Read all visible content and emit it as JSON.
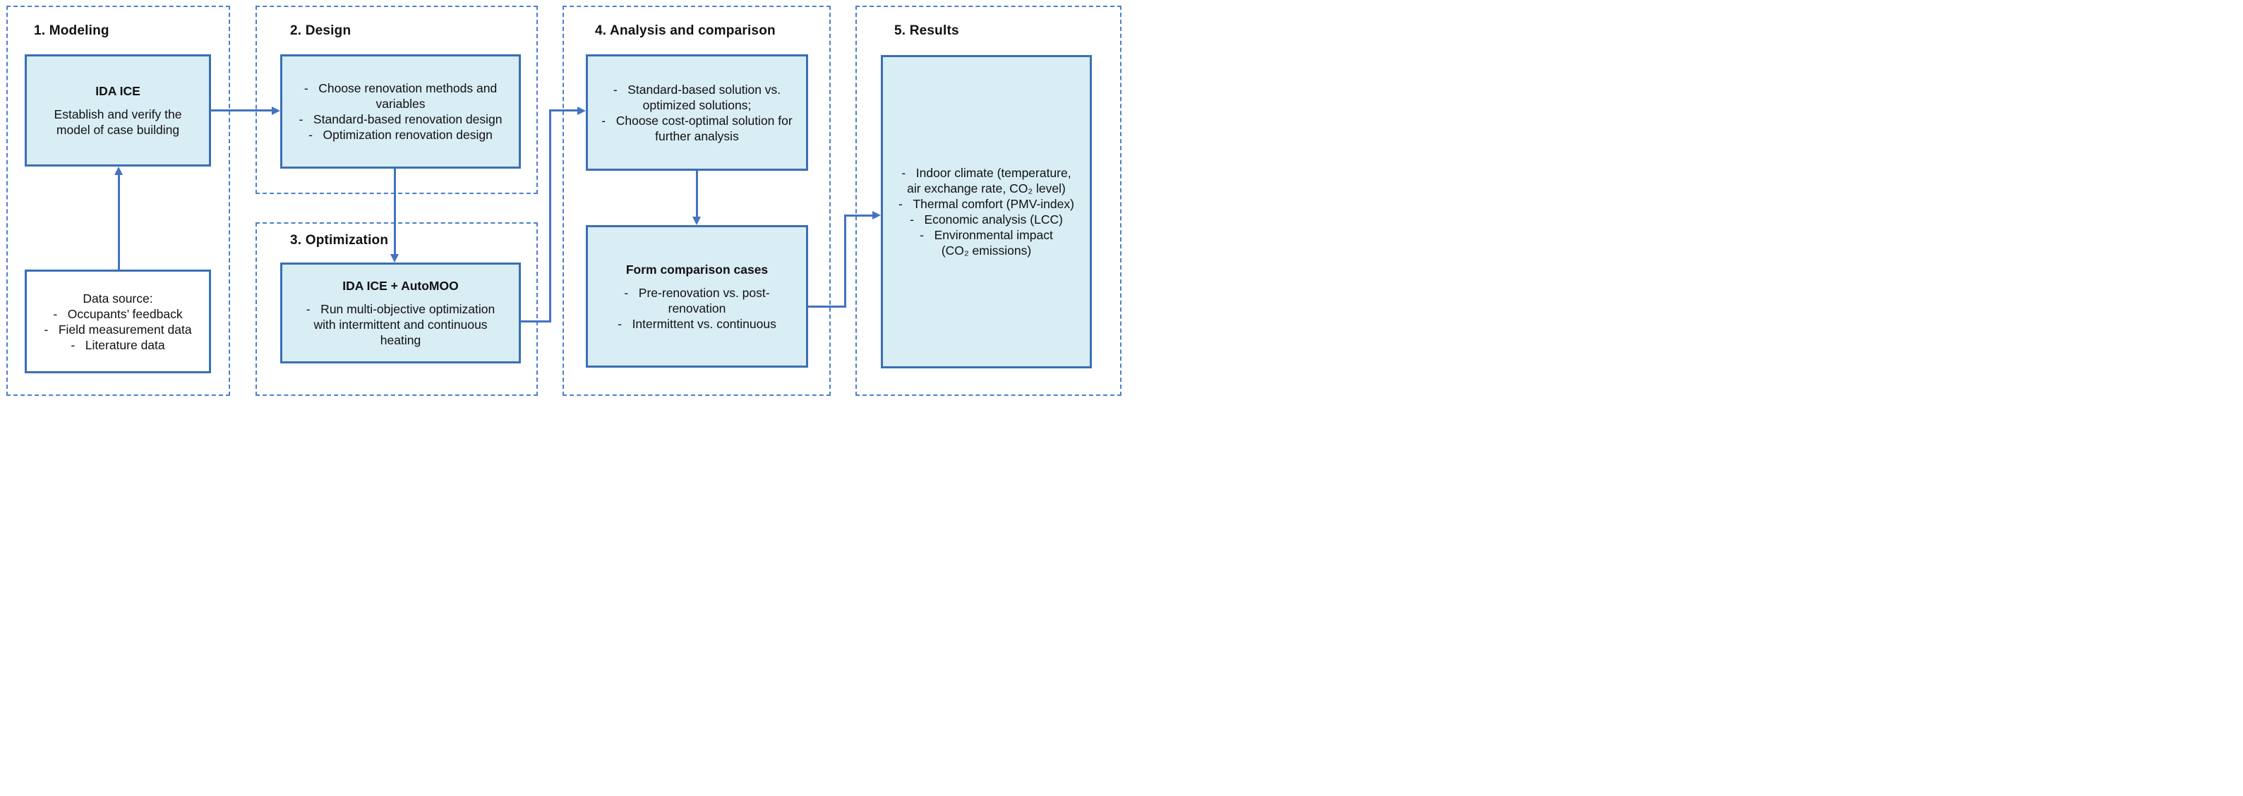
{
  "stage1": {
    "title": "1. Modeling",
    "ida_box": {
      "heading": "IDA ICE",
      "line1": "Establish and verify the",
      "line2": "model of case building"
    },
    "data_box": {
      "line1": "Data source:",
      "line2": "-   Occupants’ feedback",
      "line3": "-   Field measurement data",
      "line4": "-   Literature data"
    }
  },
  "stage2": {
    "title": "2. Design",
    "box": {
      "line1": "-   Choose renovation methods and",
      "line2": "variables",
      "line3": "-   Standard-based renovation design",
      "line4": "-   Optimization renovation design"
    }
  },
  "stage3": {
    "title": "3. Optimization",
    "box": {
      "heading": "IDA ICE + AutoMOO",
      "line1": "-   Run multi-objective optimization",
      "line2": "with intermittent and continuous",
      "line3": "heating"
    }
  },
  "stage4": {
    "title": "4. Analysis and comparison",
    "analysis_box": {
      "line1": "-   Standard-based solution vs.",
      "line2": "optimized solutions;",
      "line3": "-   Choose cost-optimal solution for",
      "line4": "further analysis"
    },
    "comparison_box": {
      "heading": "Form comparison cases",
      "line1": "-   Pre-renovation vs. post-",
      "line2": "renovation",
      "line3": "-   Intermittent vs. continuous"
    }
  },
  "stage5": {
    "title": "5. Results",
    "box": {
      "line1": "-   Indoor climate (temperature,",
      "line2": "air exchange rate, CO₂ level)",
      "line3": "-   Thermal comfort (PMV-index)",
      "line4": "-   Economic analysis (LCC)",
      "line5": "-   Environmental impact",
      "line6": "(CO₂ emissions)"
    }
  },
  "colors": {
    "container_dash_blue": "#4a7fd0",
    "box_border_blue": "#3a6fb5",
    "box_fill_blue": "#d9edf5",
    "data_box_fill": "#ffffff",
    "arrow_blue": "#4472c4",
    "text": "#111111"
  }
}
